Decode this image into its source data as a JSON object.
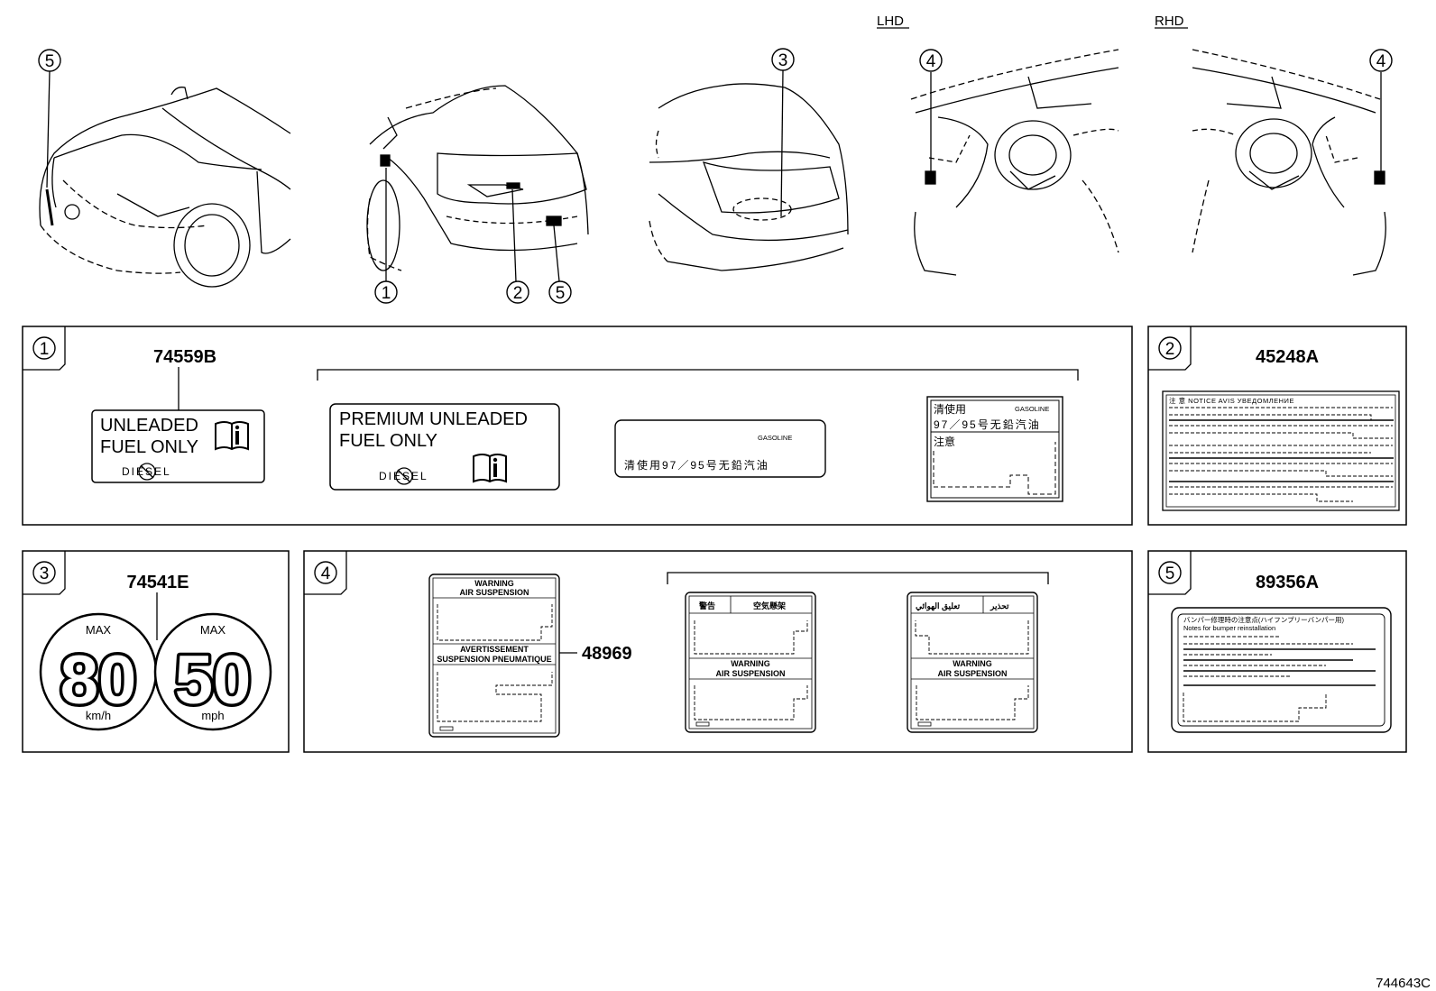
{
  "header": {
    "lhd": "LHD",
    "rhd": "RHD"
  },
  "callouts": [
    "1",
    "2",
    "3",
    "4",
    "5"
  ],
  "panels": {
    "p1": {
      "index": "1",
      "part": "74559B",
      "label_a": {
        "line1": "UNLEADED",
        "line2": "FUEL ONLY",
        "diesel": "DIESEL"
      },
      "label_b": {
        "line1": "PREMIUM  UNLEADED",
        "line2": "FUEL  ONLY",
        "diesel": "DIESEL"
      },
      "label_c": {
        "top": "GASOLINE",
        "bottom": "清使用97／95号无鉛汽油"
      },
      "label_d": {
        "t1": "清使用",
        "t2": "GASOLINE",
        "t3": "97／95号无鉛汽油",
        "t4": "注意"
      }
    },
    "p2": {
      "index": "2",
      "part": "45248A",
      "header_line": "注  意    NOTICE   AVIS   УВЕДОМЛЕНИЕ"
    },
    "p3": {
      "index": "3",
      "part": "74541E",
      "left": {
        "max": "MAX",
        "value": "80",
        "unit": "km/h"
      },
      "right": {
        "max": "MAX",
        "value": "50",
        "unit": "mph"
      }
    },
    "p4": {
      "index": "4",
      "part": "48969",
      "label_a": {
        "w1": "WARNING",
        "s1": "AIR SUSPENSION",
        "w2": "AVERTISSEMENT",
        "s2": "SUSPENSION PNEUMATIQUE"
      },
      "label_b": {
        "h1": "警告",
        "h2": "空気懸架",
        "w": "WARNING",
        "s": "AIR SUSPENSION"
      },
      "label_c": {
        "h1": "تعليق الهوائي",
        "h2": "تحذير",
        "w": "WARNING",
        "s": "AIR SUSPENSION"
      }
    },
    "p5": {
      "index": "5",
      "part": "89356A",
      "line1": "バンパー修理時の注意点(ハイフンプリーバンパー用)",
      "line2": "Notes for bumper reinstallation"
    }
  },
  "drawing_code": "744643C"
}
